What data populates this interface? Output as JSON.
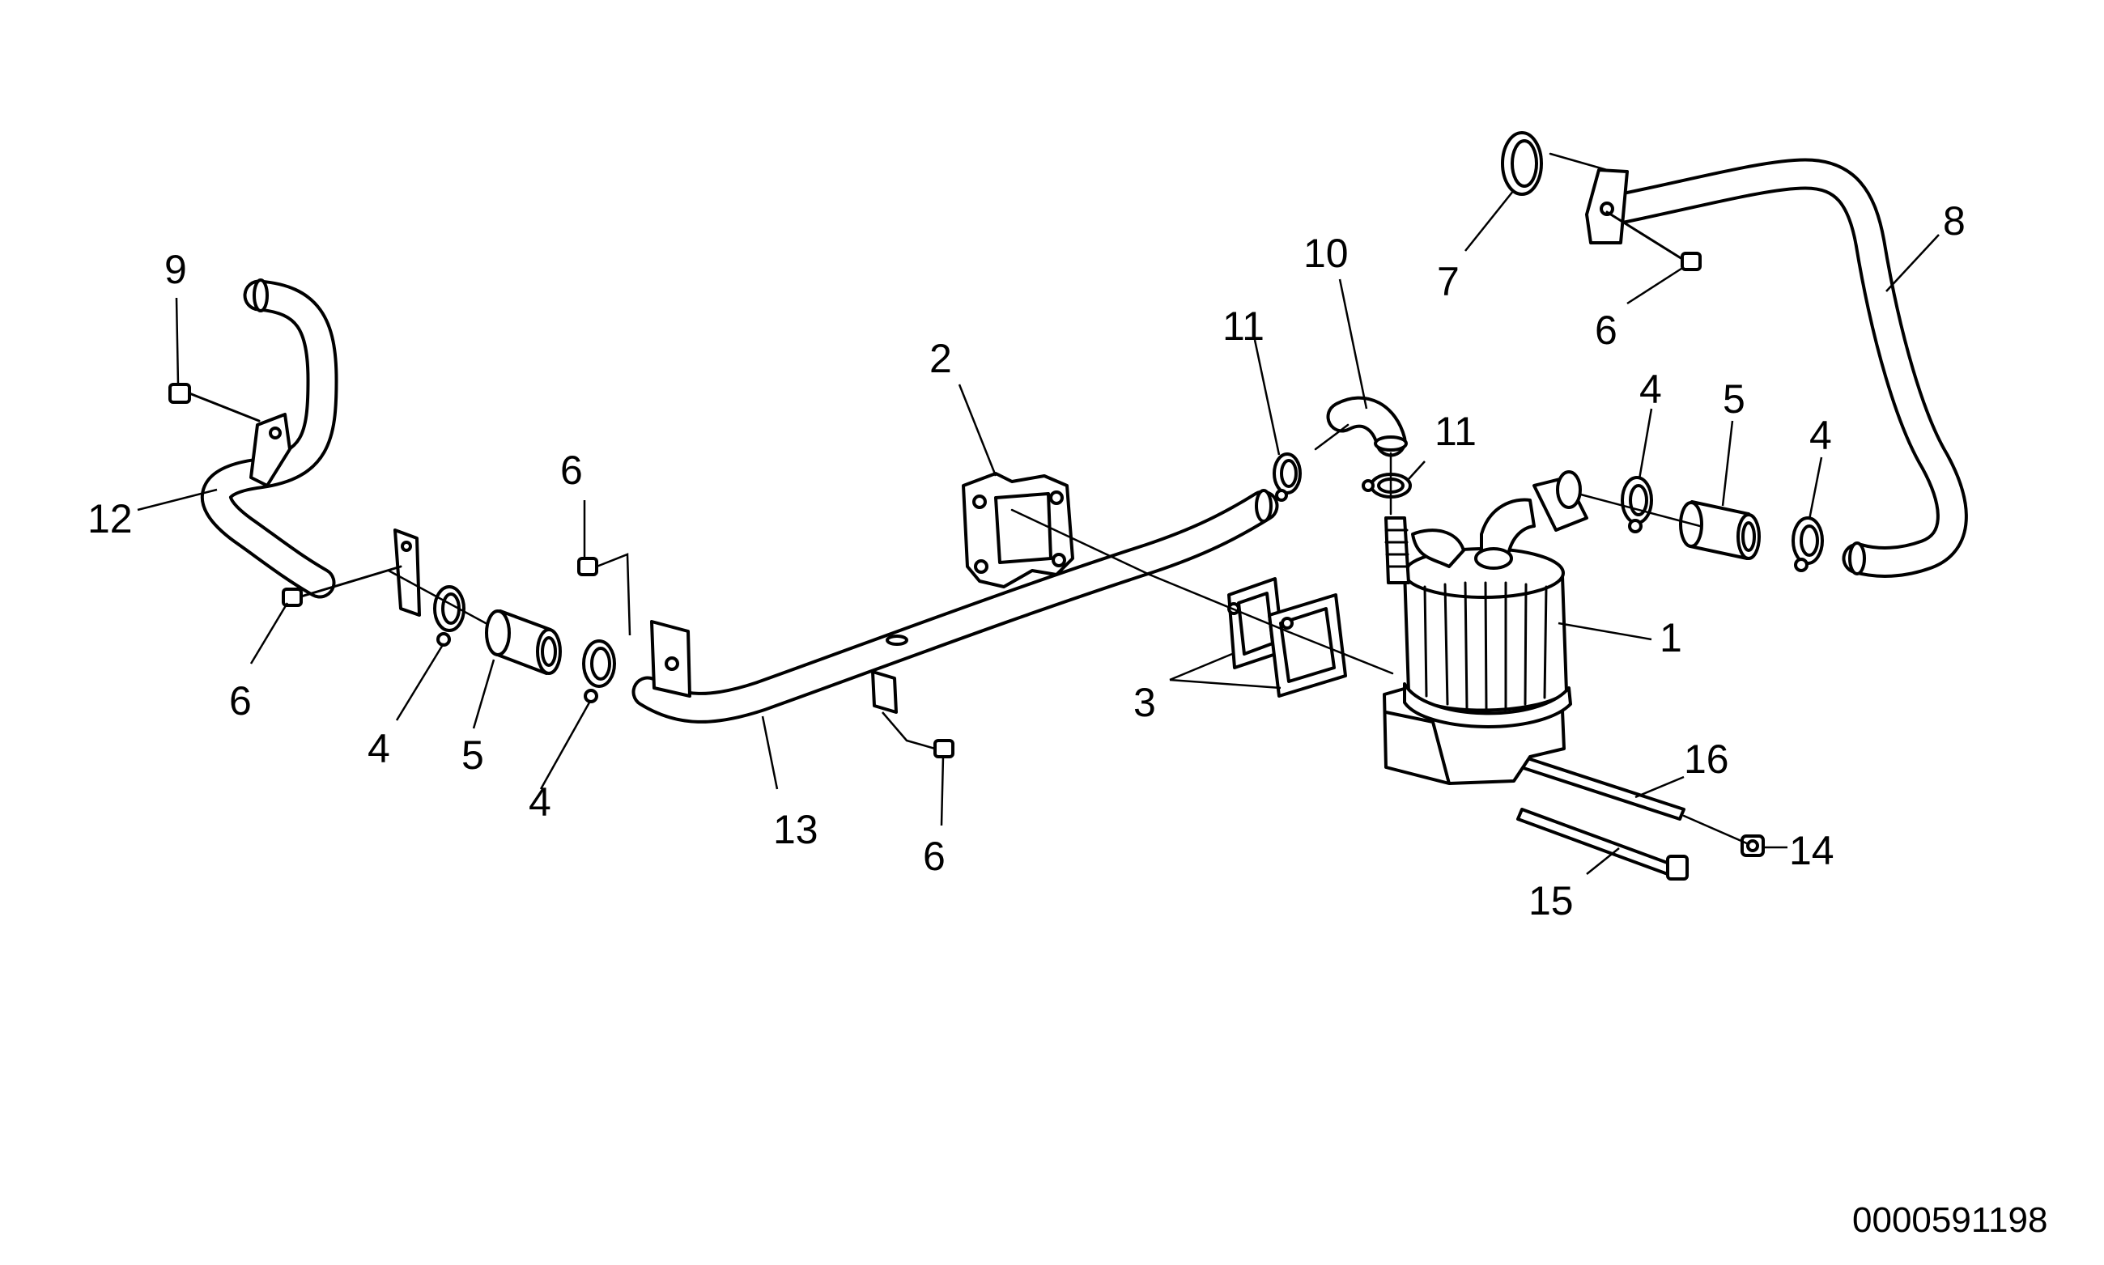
{
  "figure_id": "0000591198",
  "callouts": [
    {
      "label": "1"
    },
    {
      "label": "2"
    },
    {
      "label": "3"
    },
    {
      "label": "4"
    },
    {
      "label": "4"
    },
    {
      "label": "4"
    },
    {
      "label": "4"
    },
    {
      "label": "5"
    },
    {
      "label": "5"
    },
    {
      "label": "6"
    },
    {
      "label": "6"
    },
    {
      "label": "6"
    },
    {
      "label": "6"
    },
    {
      "label": "7"
    },
    {
      "label": "8"
    },
    {
      "label": "9"
    },
    {
      "label": "10"
    },
    {
      "label": "11"
    },
    {
      "label": "11"
    },
    {
      "label": "12"
    },
    {
      "label": "13"
    },
    {
      "label": "14"
    },
    {
      "label": "15"
    },
    {
      "label": "16"
    }
  ]
}
